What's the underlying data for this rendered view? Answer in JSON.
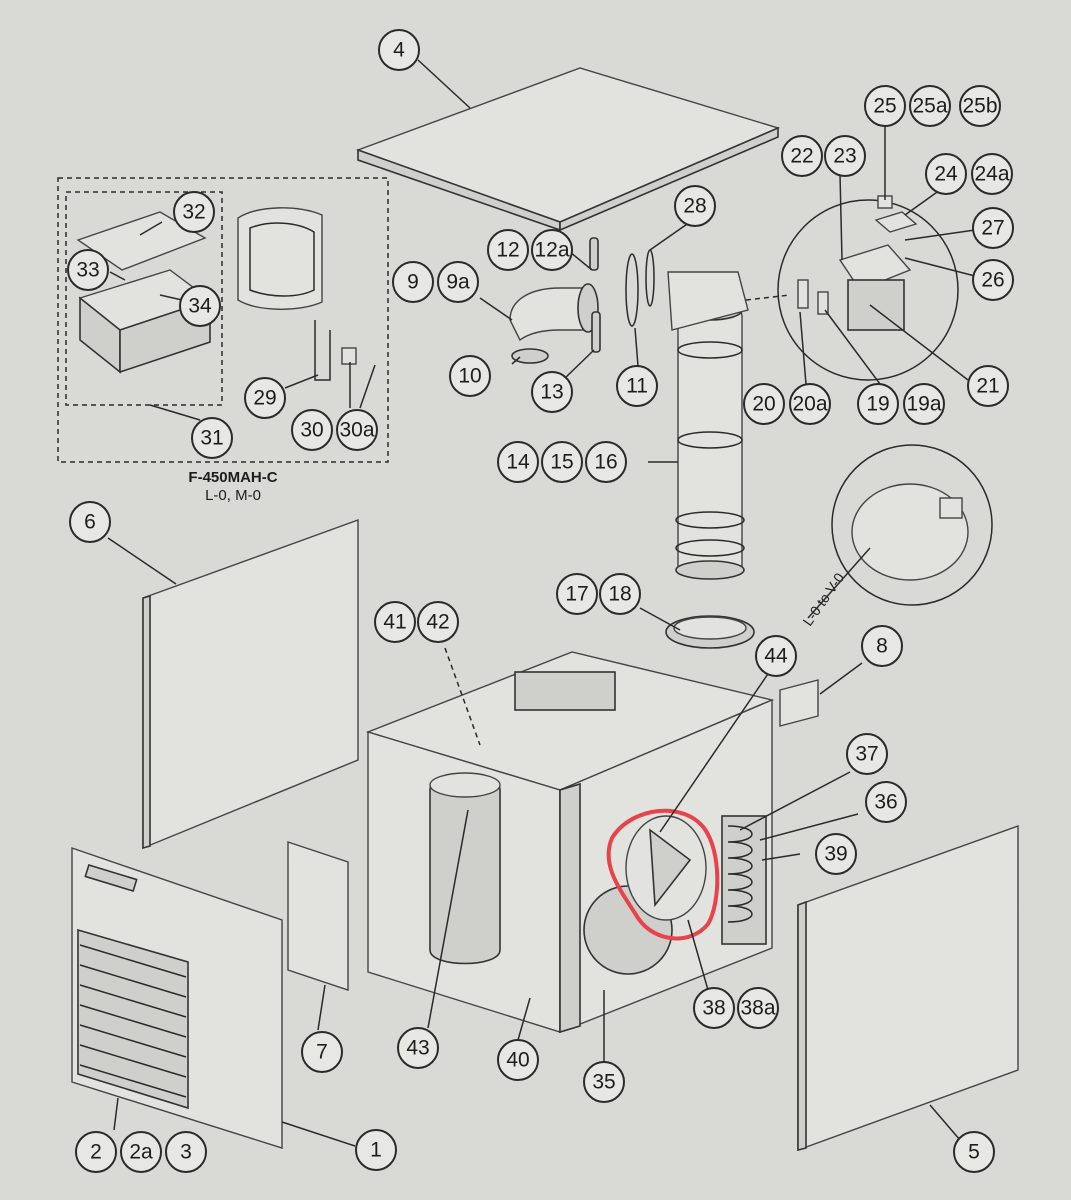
{
  "inset_label": {
    "model": "F-450MAH-C",
    "revision": "L-0, M-0"
  },
  "compressor_inset_label": "L-0 to V-0",
  "callouts": [
    {
      "id": "c4",
      "label": "4"
    },
    {
      "id": "c25",
      "label": "25"
    },
    {
      "id": "c25a",
      "label": "25a"
    },
    {
      "id": "c25b",
      "label": "25b"
    },
    {
      "id": "c22",
      "label": "22"
    },
    {
      "id": "c23",
      "label": "23"
    },
    {
      "id": "c24",
      "label": "24"
    },
    {
      "id": "c24a",
      "label": "24a"
    },
    {
      "id": "c27",
      "label": "27"
    },
    {
      "id": "c26",
      "label": "26"
    },
    {
      "id": "c21",
      "label": "21"
    },
    {
      "id": "c19",
      "label": "19"
    },
    {
      "id": "c19a",
      "label": "19a"
    },
    {
      "id": "c20",
      "label": "20"
    },
    {
      "id": "c20a",
      "label": "20a"
    },
    {
      "id": "c28",
      "label": "28"
    },
    {
      "id": "c12",
      "label": "12"
    },
    {
      "id": "c12a",
      "label": "12a"
    },
    {
      "id": "c9",
      "label": "9"
    },
    {
      "id": "c9a",
      "label": "9a"
    },
    {
      "id": "c10",
      "label": "10"
    },
    {
      "id": "c13",
      "label": "13"
    },
    {
      "id": "c11",
      "label": "11"
    },
    {
      "id": "c14",
      "label": "14"
    },
    {
      "id": "c15",
      "label": "15"
    },
    {
      "id": "c16",
      "label": "16"
    },
    {
      "id": "c32",
      "label": "32"
    },
    {
      "id": "c33",
      "label": "33"
    },
    {
      "id": "c34",
      "label": "34"
    },
    {
      "id": "c29",
      "label": "29"
    },
    {
      "id": "c30",
      "label": "30"
    },
    {
      "id": "c30a",
      "label": "30a"
    },
    {
      "id": "c31",
      "label": "31"
    },
    {
      "id": "c6",
      "label": "6"
    },
    {
      "id": "c17",
      "label": "17"
    },
    {
      "id": "c18",
      "label": "18"
    },
    {
      "id": "c41",
      "label": "41"
    },
    {
      "id": "c42",
      "label": "42"
    },
    {
      "id": "c44",
      "label": "44"
    },
    {
      "id": "c8",
      "label": "8"
    },
    {
      "id": "c37",
      "label": "37"
    },
    {
      "id": "c36",
      "label": "36"
    },
    {
      "id": "c39",
      "label": "39"
    },
    {
      "id": "c38",
      "label": "38"
    },
    {
      "id": "c38a",
      "label": "38a"
    },
    {
      "id": "c7",
      "label": "7"
    },
    {
      "id": "c43",
      "label": "43"
    },
    {
      "id": "c40",
      "label": "40"
    },
    {
      "id": "c35",
      "label": "35"
    },
    {
      "id": "c2",
      "label": "2"
    },
    {
      "id": "c2a",
      "label": "2a"
    },
    {
      "id": "c3",
      "label": "3"
    },
    {
      "id": "c1",
      "label": "1"
    },
    {
      "id": "c5",
      "label": "5"
    }
  ],
  "colors": {
    "background": "#d9d9d6",
    "ink": "#2a2a2a",
    "highlight": "#e8424a"
  }
}
